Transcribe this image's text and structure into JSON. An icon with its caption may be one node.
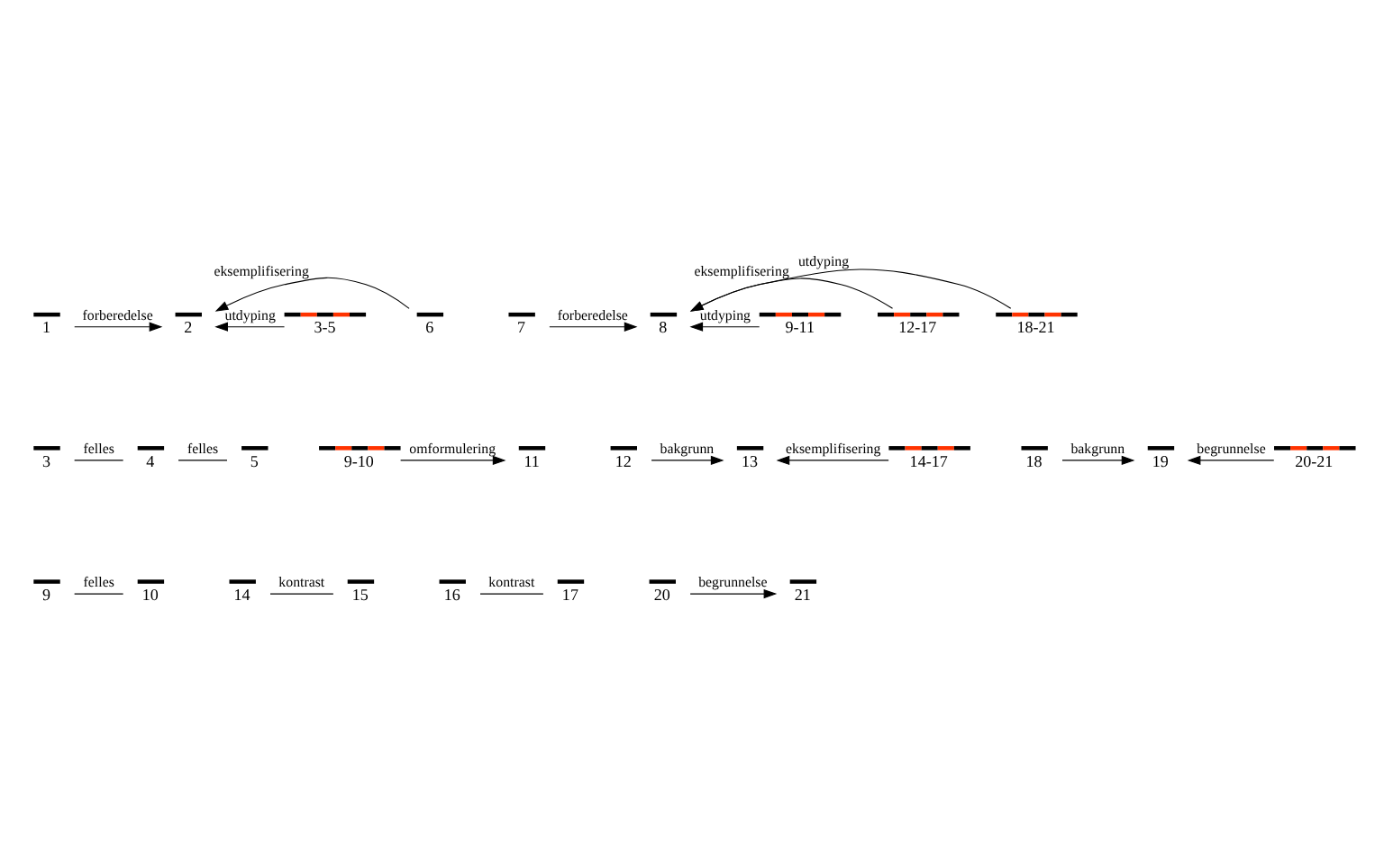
{
  "diagram": {
    "nodes": [
      {
        "text": [
          "1"
        ]
      },
      {
        "text": [
          "2"
        ]
      },
      {
        "text": [
          "3-5"
        ]
      },
      {
        "text": [
          "6"
        ]
      },
      {
        "text": [
          "7"
        ]
      },
      {
        "text": [
          "8"
        ]
      },
      {
        "text": [
          "9-11"
        ]
      },
      {
        "text": [
          "12-17"
        ]
      },
      {
        "text": [
          "18-21"
        ]
      },
      {
        "text": [
          "3"
        ]
      },
      {
        "text": [
          "4"
        ]
      },
      {
        "text": [
          "5"
        ]
      },
      {
        "text": [
          "9-10"
        ]
      },
      {
        "text": [
          "11"
        ]
      },
      {
        "text": [
          "12"
        ]
      },
      {
        "text": [
          "13"
        ]
      },
      {
        "text": [
          "14-17"
        ]
      },
      {
        "text": [
          "18"
        ]
      },
      {
        "text": [
          "19"
        ]
      },
      {
        "text": [
          "20-21"
        ]
      },
      {
        "text": [
          "9"
        ]
      },
      {
        "text": [
          "10"
        ]
      },
      {
        "text": [
          "14"
        ]
      },
      {
        "text": [
          "15"
        ]
      },
      {
        "text": [
          "16"
        ]
      },
      {
        "text": [
          "17"
        ]
      },
      {
        "text": [
          "20"
        ]
      },
      {
        "text": [
          "21"
        ]
      }
    ],
    "edges": [
      {
        "from": 0,
        "to": 1,
        "arrow": "to",
        "label": "forberedelse"
      },
      {
        "from": 2,
        "to": 1,
        "arrow": "to",
        "label": "utdyping"
      },
      {
        "from": 3,
        "to": 1,
        "arrow": "to",
        "label": "eksemplifisering"
      },
      {
        "from": 4,
        "to": 5,
        "arrow": "to",
        "label": "forberedelse"
      },
      {
        "from": 6,
        "to": 5,
        "arrow": "to",
        "label": "utdyping"
      },
      {
        "from": 7,
        "to": 5,
        "arrow": "to",
        "label": "eksemplifisering"
      },
      {
        "from": 8,
        "to": 5,
        "arrow": "to",
        "label": "utdyping"
      },
      {
        "from": 9,
        "to": 10,
        "arrow": "none",
        "label": "felles"
      },
      {
        "from": 10,
        "to": 11,
        "arrow": "none",
        "label": "felles"
      },
      {
        "from": 12,
        "to": 13,
        "arrow": "to",
        "label": "omformulering"
      },
      {
        "from": 14,
        "to": 15,
        "arrow": "to",
        "label": "bakgrunn"
      },
      {
        "from": 16,
        "to": 15,
        "arrow": "to",
        "label": "eksemplifisering"
      },
      {
        "from": 17,
        "to": 18,
        "arrow": "to",
        "label": "bakgrunn"
      },
      {
        "from": 19,
        "to": 18,
        "arrow": "to",
        "label": "begrunnelse"
      },
      {
        "from": 20,
        "to": 21,
        "arrow": "none",
        "label": "felles"
      },
      {
        "from": 22,
        "to": 23,
        "arrow": "none",
        "label": "kontrast"
      },
      {
        "from": 24,
        "to": 25,
        "arrow": "none",
        "label": "kontrast"
      },
      {
        "from": 26,
        "to": 27,
        "arrow": "to",
        "label": "begrunnelse"
      }
    ]
  }
}
